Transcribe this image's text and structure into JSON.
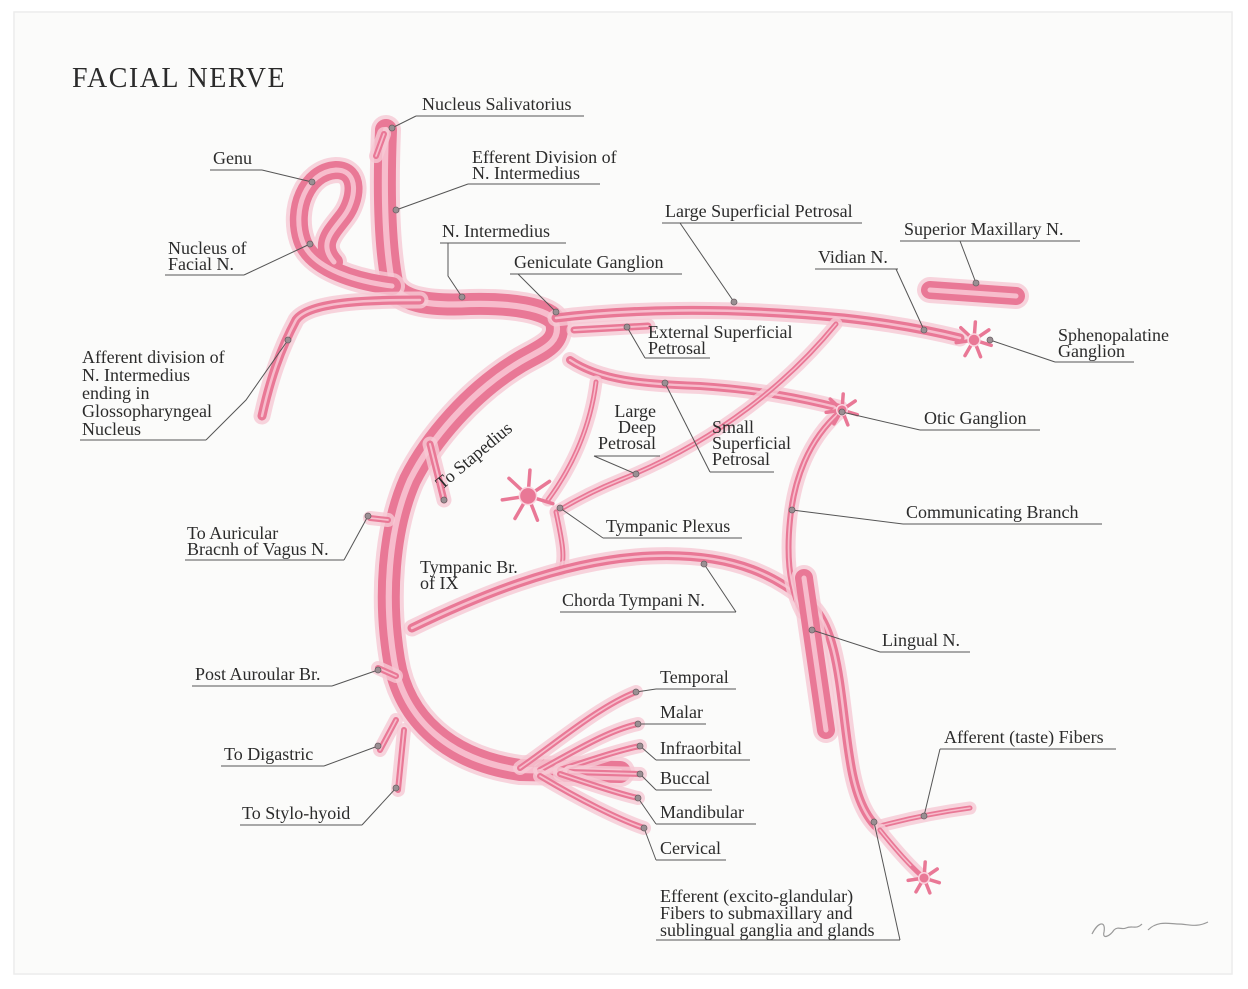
{
  "title": "FACIAL NERVE",
  "labels": {
    "nucleus_salivatorius": [
      "Nucleus Salivatorius"
    ],
    "genu": [
      "Genu"
    ],
    "efferent_division": [
      "Efferent Division of",
      "N. Intermedius"
    ],
    "nucleus_facial": [
      "Nucleus of",
      "Facial N."
    ],
    "n_intermedius": [
      "N. Intermedius"
    ],
    "geniculate_ganglion": [
      "Geniculate Ganglion"
    ],
    "large_superficial_petrosal": [
      "Large Superficial Petrosal"
    ],
    "superior_maxillary": [
      "Superior Maxillary N."
    ],
    "vidian": [
      "Vidian N."
    ],
    "sphenopalatine": [
      "Sphenopalatine",
      "Ganglion"
    ],
    "external_superficial_petrosal": [
      "External Superficial",
      "Petrosal"
    ],
    "afferent_division": [
      "Afferent division of",
      "N. Intermedius",
      "ending in",
      "Glossopharyngeal",
      "Nucleus"
    ],
    "large_deep_petrosal": [
      "Large",
      "Deep",
      "Petrosal"
    ],
    "small_superficial_petrosal": [
      "Small",
      "Superficial",
      "Petrosal"
    ],
    "otic_ganglion": [
      "Otic Ganglion"
    ],
    "to_stapedius": [
      "To Stapedius"
    ],
    "communicating_branch": [
      "Communicating Branch"
    ],
    "tympanic_plexus": [
      "Tympanic Plexus"
    ],
    "auricular_vagus": [
      "To Auricular",
      "Bracnh of Vagus N."
    ],
    "tympanic_br_ix": [
      "Tympanic Br.",
      "of IX"
    ],
    "chorda_tympani": [
      "Chorda Tympani N."
    ],
    "lingual": [
      "Lingual N."
    ],
    "post_auricular": [
      "Post Auroular Br."
    ],
    "temporal": [
      "Temporal"
    ],
    "malar": [
      "Malar"
    ],
    "infraorbital": [
      "Infraorbital"
    ],
    "digastric": [
      "To Digastric"
    ],
    "buccal": [
      "Buccal"
    ],
    "afferent_taste": [
      "Afferent (taste) Fibers"
    ],
    "stylo_hyoid": [
      "To Stylo-hyoid"
    ],
    "mandibular": [
      "Mandibular"
    ],
    "cervical": [
      "Cervical"
    ],
    "efferent_excito": [
      "Efferent (excito-glandular)",
      "Fibers to submaxillary and",
      "sublingual ganglia and glands"
    ]
  },
  "colors": {
    "nerve": "#e97896",
    "nerve_highlight": "#fbd3de",
    "text": "#2b2b2b",
    "leader": "#555555"
  }
}
